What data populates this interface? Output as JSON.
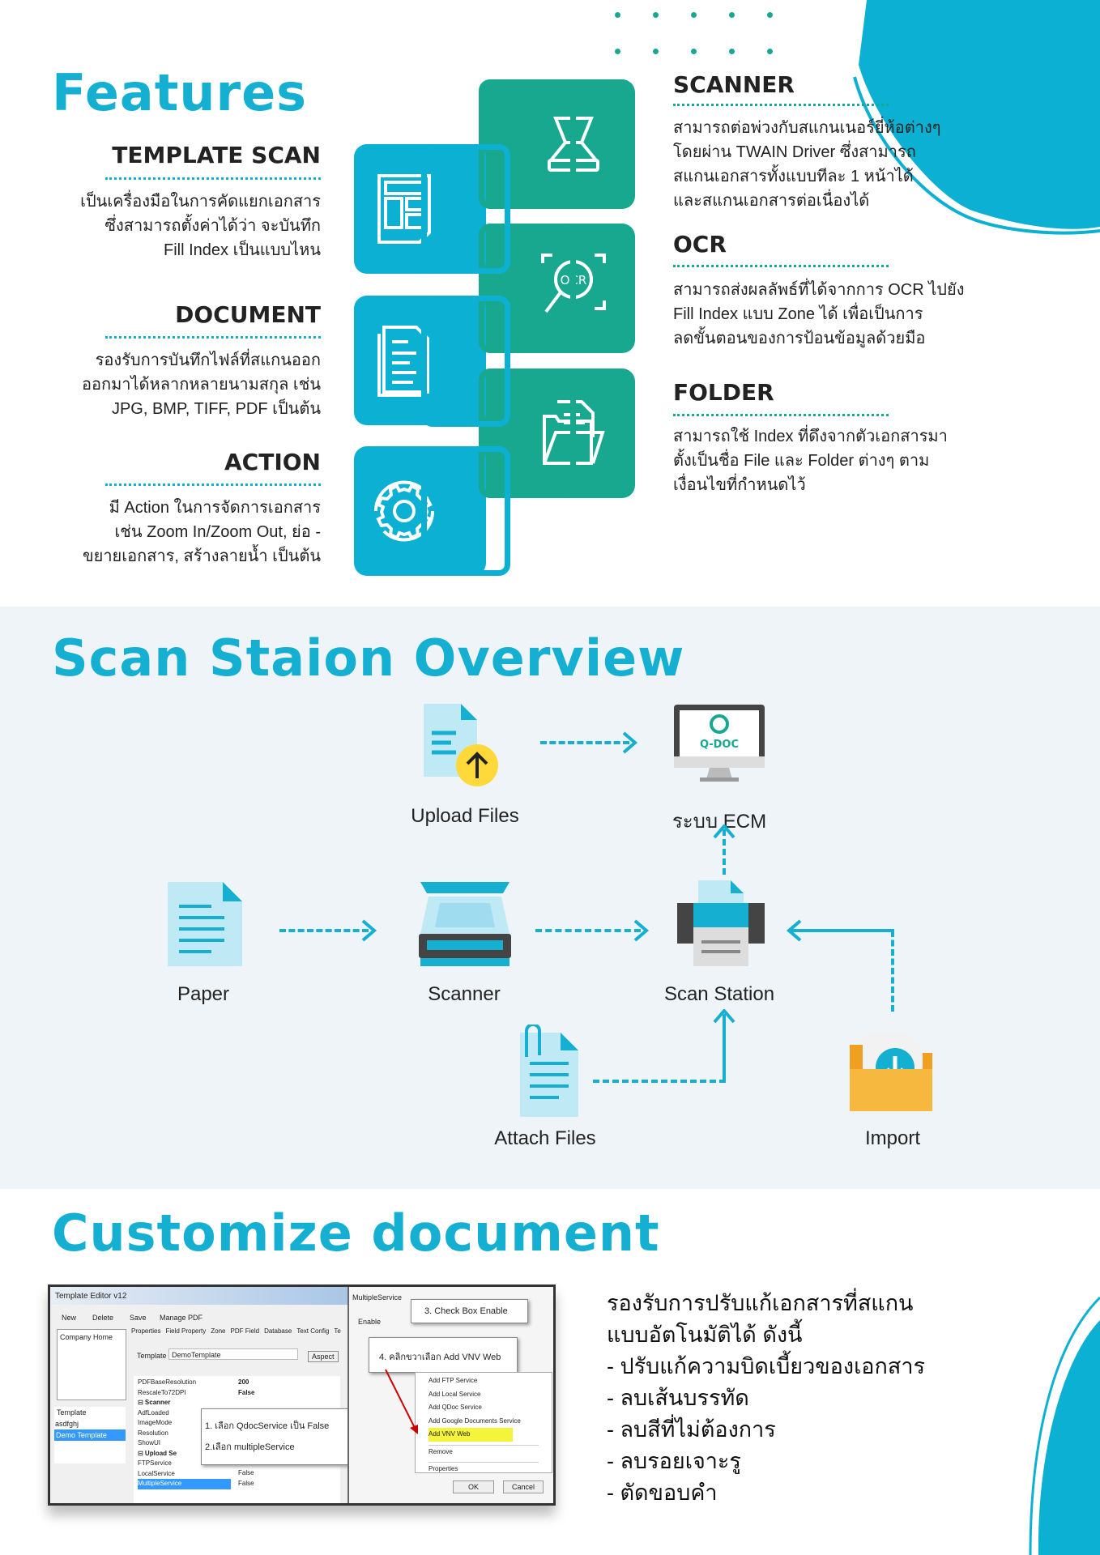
{
  "features": {
    "title": "Features",
    "left": [
      {
        "heading": "TEMPLATE SCAN",
        "lines": [
          "เป็นเครื่องมือในการคัดแยกเอกสาร",
          "ซึ่งสามารถตั้งค่าได้ว่า จะบันทึก",
          "Fill Index เป็นแบบไหน"
        ],
        "icon": "template-icon"
      },
      {
        "heading": "DOCUMENT",
        "lines": [
          "รองรับการบันทึกไฟล์ที่สแกนออก",
          "ออกมาได้หลากหลายนามสกุล เช่น",
          "JPG, BMP, TIFF, PDF เป็นต้น"
        ],
        "icon": "document-icon"
      },
      {
        "heading": "ACTION",
        "lines": [
          "มี Action ในการจัดการเอกสาร",
          "เช่น Zoom In/Zoom Out, ย่อ -",
          "ขยายเอกสาร, สร้างลายน้ำ เป็นต้น"
        ],
        "icon": "gear-icon"
      }
    ],
    "right": [
      {
        "heading": "SCANNER",
        "lines": [
          "สามารถต่อพ่วงกับสแกนเนอร์ยี่ห้อต่างๆ",
          "โดยผ่าน TWAIN Driver ซึ่งสามารถ",
          "สแกนเอกสารทั้งแบบทีละ 1 หน้าได้",
          "และสแกนเอกสารต่อเนื่องได้"
        ],
        "icon": "scanner-icon"
      },
      {
        "heading": "OCR",
        "lines": [
          "สามารถส่งผลลัพธ์ที่ได้จากการ OCR ไปยัง",
          "Fill Index แบบ Zone ได้ เพื่อเป็นการ",
          "ลดขั้นตอนของการป้อนข้อมูลด้วยมือ"
        ],
        "icon": "ocr-icon",
        "icon_text": "OCR"
      },
      {
        "heading": "FOLDER",
        "lines": [
          "สามารถใช้ Index ที่ดึงจากตัวเอกสารมา",
          "ตั้งเป็นชื่อ File และ Folder ต่างๆ ตาม",
          "เงื่อนไขที่กำหนดไว้"
        ],
        "icon": "folder-icon"
      }
    ]
  },
  "overview": {
    "title": "Scan Staion Overview",
    "nodes": {
      "upload": "Upload Files",
      "ecm": "ระบบ ECM",
      "ecm_logo": "Q-DOC",
      "paper": "Paper",
      "scanner": "Scanner",
      "station": "Scan Station",
      "attach": "Attach Files",
      "import": "Import"
    }
  },
  "customize": {
    "title": "Customize document",
    "lines": [
      "รองรับการปรับแก้เอกสารที่สแกน",
      "แบบอัตโนมัติได้ ดังนี้",
      "- ปรับแก้ความบิดเบี้ยวของเอกสาร",
      "- ลบเส้นบรรทัด",
      "- ลบสีที่ไม่ต้องการ",
      "- ลบรอยเจาะรู",
      "- ตัดขอบคำ"
    ],
    "screenshot": {
      "window_title": "Template Editor v12",
      "toolbar": [
        "New",
        "Delete",
        "Save",
        "Manage PDF"
      ],
      "tree_root": "Company Home",
      "template_header": "Template",
      "templates": [
        "asdfghj",
        "Demo Template"
      ],
      "tabs": [
        "Properties",
        "Field Property",
        "Zone",
        "PDF Field",
        "Database",
        "Text Config",
        "Te"
      ],
      "template_label": "Template",
      "template_value": "DemoTemplate",
      "aspect_button": "Aspect",
      "props": [
        [
          "PDFBaseResolution",
          "200"
        ],
        [
          "RescaleTo72DPI",
          "False"
        ],
        [
          "⊟ Scanner",
          ""
        ],
        [
          "AdfLoaded",
          ""
        ],
        [
          "ImageMode",
          ""
        ],
        [
          "Resolution",
          ""
        ],
        [
          "ShowUI",
          ""
        ],
        [
          "⊟ Upload Se",
          ""
        ],
        [
          "FTPService",
          ""
        ],
        [
          "LocalService",
          "False"
        ],
        [
          "MultipleService",
          "False"
        ]
      ],
      "callout1": [
        "1. เลือก QdocService เป็น False",
        "2.เลือก multipleService"
      ],
      "dialog_title": "MultipleService",
      "enable_label": "Enable",
      "callout3": "3. Check Box Enable",
      "callout4": "4. คลิกขวาเลือก Add VNV Web",
      "menu": [
        "Add FTP Service",
        "Add Local Service",
        "Add QDoc Service",
        "Add Google Documents Service",
        "Add VNV Web",
        "Remove",
        "Properties"
      ],
      "ok": "OK",
      "cancel": "Cancel"
    }
  },
  "colors": {
    "blue": "#0bb0d3",
    "green": "#17a88f",
    "title": "#14afd1",
    "section_bg": "#eef4f7"
  }
}
